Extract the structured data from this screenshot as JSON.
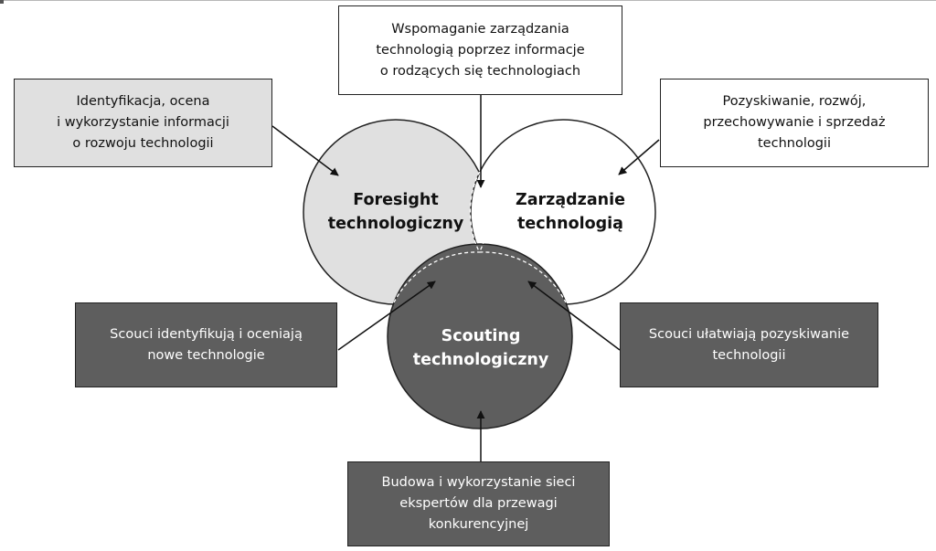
{
  "circles": {
    "foresight": {
      "line1": "Foresight",
      "line2": "technologiczny",
      "fill": "#e0e0e0",
      "text_color": "#111111"
    },
    "management": {
      "line1": "Zarządzanie",
      "line2": "technologią",
      "fill": "#ffffff",
      "text_color": "#111111"
    },
    "scouting": {
      "line1": "Scouting",
      "line2": "technologiczny",
      "fill": "#5e5e5e",
      "text_color": "#ffffff"
    }
  },
  "boxes": {
    "top": {
      "lines": [
        "Wspomaganie zarządzania",
        "technologią poprzez informacje",
        "o rodzących się technologiach"
      ]
    },
    "top_left": {
      "lines": [
        "Identyfikacja, ocena",
        "i wykorzystanie informacji",
        "o rozwoju technologii"
      ]
    },
    "top_right": {
      "lines": [
        "Pozyskiwanie, rozwój,",
        "przechowywanie i sprzedaż",
        "technologii"
      ]
    },
    "bottom_left": {
      "lines": [
        "Scouci identyfikują i oceniają",
        "nowe technologie"
      ]
    },
    "bottom_right": {
      "lines": [
        "Scouci ułatwiają pozyskiwanie",
        "technologii"
      ]
    },
    "bottom": {
      "lines": [
        "Budowa i wykorzystanie sieci",
        "ekspertów dla przewagi",
        "konkurencyjnej"
      ]
    }
  },
  "colors": {
    "light_fill": "#e0e0e0",
    "dark_fill": "#5e5e5e",
    "stroke": "#222222"
  }
}
